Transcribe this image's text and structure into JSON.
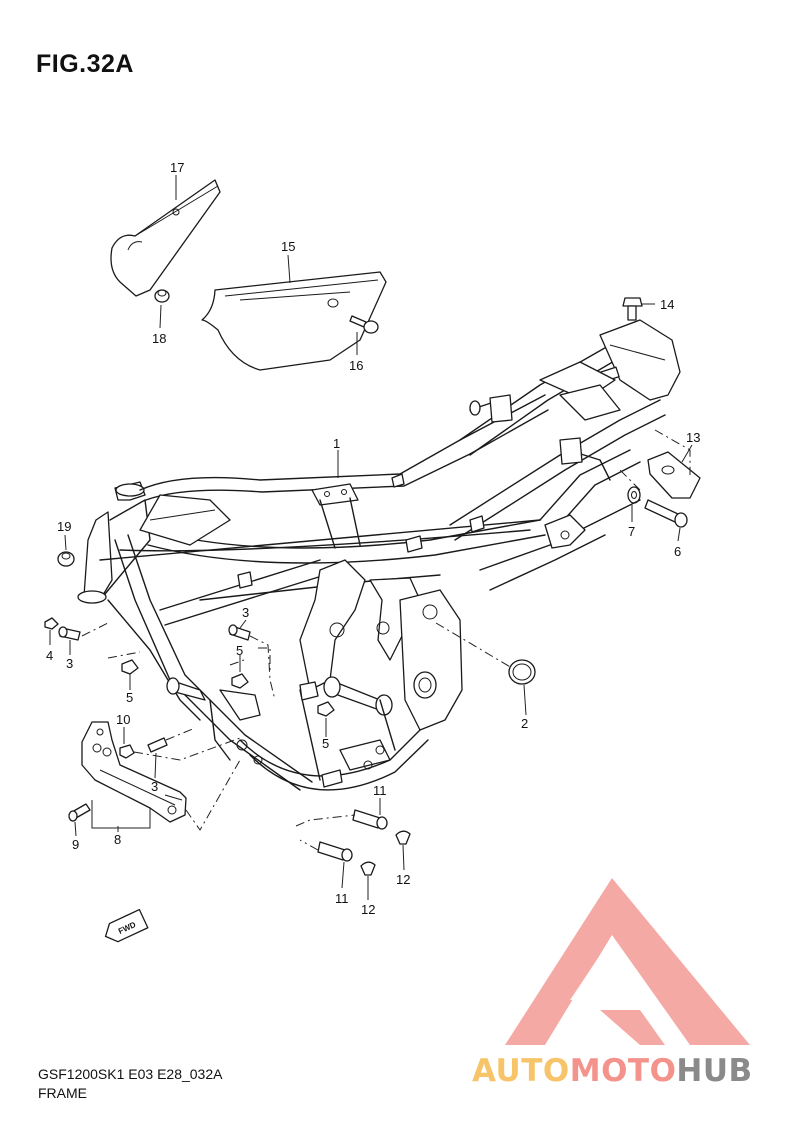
{
  "figure": {
    "title": "FIG.32A",
    "code": "GSF1200SK1 E03 E28_032A",
    "name": "FRAME"
  },
  "direction_marker": {
    "label": "FWD",
    "icon": "fwd-arrow-icon"
  },
  "callouts": [
    "1",
    "2",
    "3",
    "3",
    "3",
    "4",
    "5",
    "5",
    "5",
    "6",
    "7",
    "8",
    "9",
    "10",
    "11",
    "11",
    "12",
    "12",
    "13",
    "14",
    "15",
    "16",
    "17",
    "18",
    "19"
  ],
  "watermark": {
    "parts": [
      "AUTO",
      "MOTO",
      "HUB"
    ],
    "colors": {
      "auto": "#f7c46a",
      "moto": "#f4938b",
      "hub": "#8a8a8a",
      "logo": "#f4a09a"
    }
  }
}
